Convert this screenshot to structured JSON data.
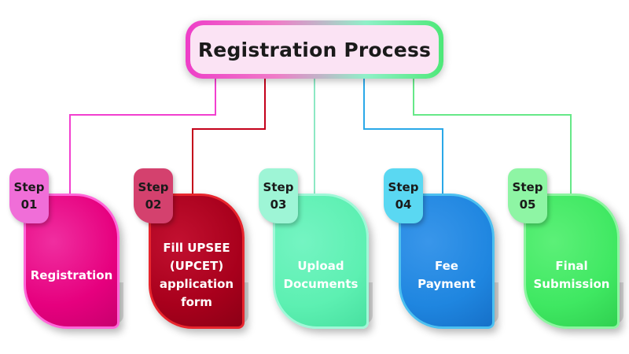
{
  "title": "Registration Process",
  "colors": {
    "step1": "#e6007e",
    "step2": "#a8001c",
    "step3": "#5df0b2",
    "step4": "#1f86e0",
    "step5": "#3fe862",
    "connector1": "#f23fcf",
    "connector2": "#c4001a",
    "connector3": "#8de8c4",
    "connector4": "#2aa8e8",
    "connector5": "#66e888"
  },
  "steps": [
    {
      "step_word": "Step",
      "number": "01",
      "label": "Registration"
    },
    {
      "step_word": "Step",
      "number": "02",
      "label": "Fill UPSEE (UPCET) application form"
    },
    {
      "step_word": "Step",
      "number": "03",
      "label": "Upload Documents"
    },
    {
      "step_word": "Step",
      "number": "04",
      "label": "Fee Payment"
    },
    {
      "step_word": "Step",
      "number": "05",
      "label": "Final Submission"
    }
  ]
}
